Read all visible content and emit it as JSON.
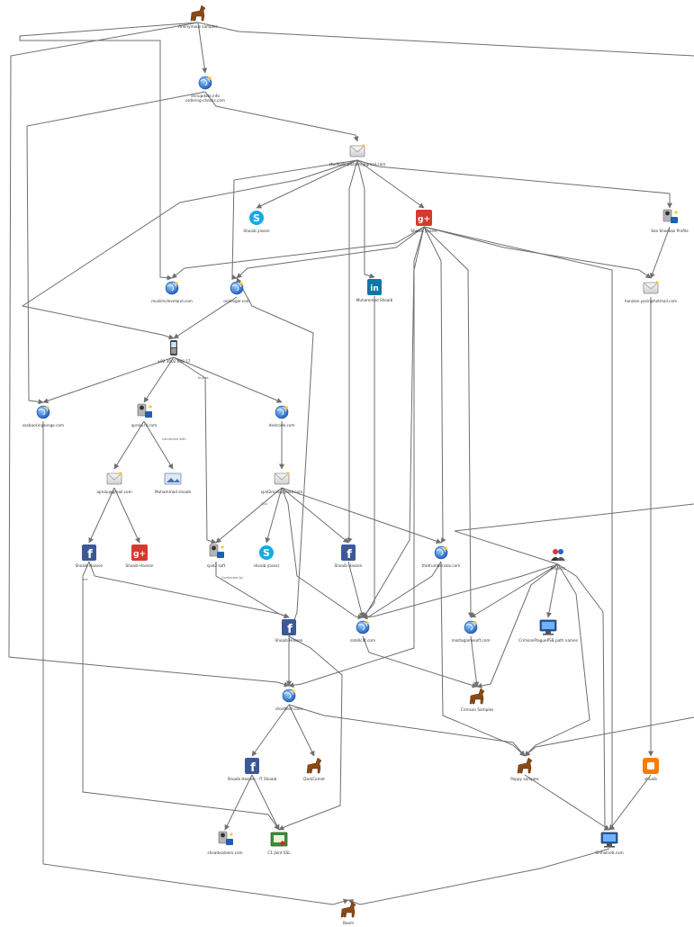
{
  "nodes": [
    {
      "id": "n1",
      "kind": "horse",
      "label": "Anonymous samples"
    },
    {
      "id": "n2",
      "kind": "globe",
      "label": "annupdate.info\nordering-checks.com"
    },
    {
      "id": "n3",
      "kind": "email",
      "label": "studioalli.pasaeni@gmail.com"
    },
    {
      "id": "n4",
      "kind": "skype",
      "label": "Shoaib yasser"
    },
    {
      "id": "n5",
      "kind": "gplus",
      "label": "Shoaib yasser"
    },
    {
      "id": "n6",
      "kind": "person",
      "label": "See Shoebox Profile"
    },
    {
      "id": "n7",
      "kind": "globe",
      "label": "muslimcleveland.com"
    },
    {
      "id": "n8",
      "kind": "globe",
      "label": "onlinogle.com"
    },
    {
      "id": "n9",
      "kind": "linkedin",
      "label": "Muhammad Shoaib"
    },
    {
      "id": "n10",
      "kind": "email",
      "label": "hanzlan.yasir@hotmail.com"
    },
    {
      "id": "n11",
      "kind": "phone",
      "label": "+92 3002 650 17"
    },
    {
      "id": "n12",
      "kind": "globe",
      "label": "sasbackingsonge.com"
    },
    {
      "id": "n13",
      "kind": "person",
      "label": "aprolu.hl.com"
    },
    {
      "id": "n14",
      "kind": "globe",
      "label": "dselcode.com"
    },
    {
      "id": "n15",
      "kind": "email",
      "label": "aprolu@gmail.com"
    },
    {
      "id": "n16",
      "kind": "image",
      "label": "Muhammad shoaib"
    },
    {
      "id": "n17",
      "kind": "email",
      "label": "spid2mail@gmail.com"
    },
    {
      "id": "n18",
      "kind": "facebook",
      "label": "Shoaib Hassen"
    },
    {
      "id": "n19",
      "kind": "gplus",
      "label": "Shoaib Hassen"
    },
    {
      "id": "n20",
      "kind": "person",
      "label": "spid2 soft"
    },
    {
      "id": "n21",
      "kind": "skype",
      "label": "shoaib yasser"
    },
    {
      "id": "n22",
      "kind": "facebook",
      "label": "Shoaib Hassen"
    },
    {
      "id": "n23",
      "kind": "globe",
      "label": "thetrumbersolo.com"
    },
    {
      "id": "n24",
      "kind": "group",
      "label": "Projects"
    },
    {
      "id": "n25",
      "kind": "facebook",
      "label": "Shoaib Hassen"
    },
    {
      "id": "n26",
      "kind": "globe",
      "label": "satellcift.com"
    },
    {
      "id": "n27",
      "kind": "globe",
      "label": "mostagamesoft.com"
    },
    {
      "id": "n28",
      "kind": "monitor",
      "label": "CrimsonPlaguePSB path names"
    },
    {
      "id": "n29",
      "kind": "horse",
      "label": "Crimson Samples"
    },
    {
      "id": "n30",
      "kind": "globe",
      "label": "droidtech.com"
    },
    {
      "id": "n31",
      "kind": "facebook",
      "label": "Shoaib Hassen - IT Shoaib"
    },
    {
      "id": "n32",
      "kind": "horse",
      "label": "DarkComet"
    },
    {
      "id": "n33",
      "kind": "horse",
      "label": "Poppy samples"
    },
    {
      "id": "n34",
      "kind": "blogger",
      "label": "shoaib"
    },
    {
      "id": "n35",
      "kind": "person",
      "label": "shoaibsaleem.com"
    },
    {
      "id": "n36",
      "kind": "cert",
      "label": "C1 Joint SSL"
    },
    {
      "id": "n37",
      "kind": "monitor",
      "label": "Shmolnoti.com"
    },
    {
      "id": "n38",
      "kind": "horse",
      "label": "Boom"
    }
  ],
  "edge_labels": [
    "contacted with",
    "Knows",
    "ext",
    "Sub",
    "Contacted by"
  ],
  "colors": {
    "edge": "#6f6f6f",
    "label": "#333333",
    "globe": "#2a6fd0",
    "facebook": "#3b5998",
    "gplus": "#d63a2c",
    "skype": "#17a9e6",
    "linkedin": "#0e76a8",
    "blogger": "#f57d00",
    "horse": "#8b4a14"
  }
}
